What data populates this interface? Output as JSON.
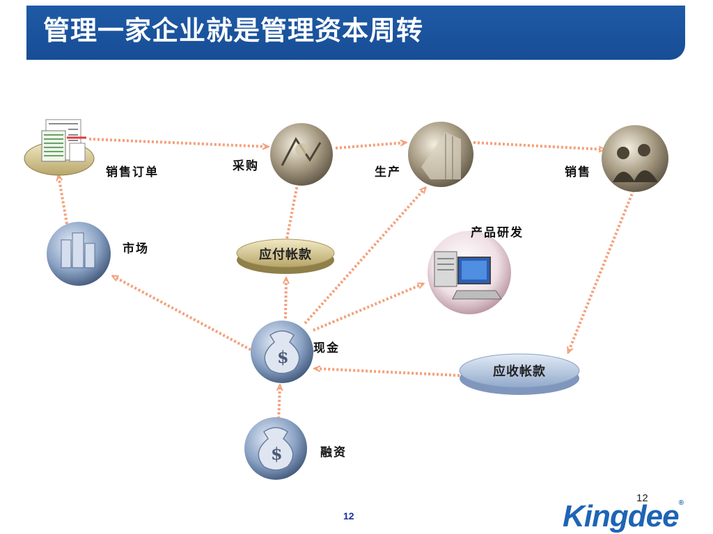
{
  "title": "管理一家企业就是管理资本周转",
  "nodes": {
    "sales_order": "销售订单",
    "purchase": "采购",
    "production": "生产",
    "sales": "销售",
    "market": "市场",
    "accounts_payable": "应付帐款",
    "rnd": "产品研发",
    "cash": "现金",
    "accounts_receivable": "应收帐款",
    "financing": "融资"
  },
  "footer": {
    "page_number_center": "12",
    "page_number_right": "12",
    "logo_text": "Kingdee"
  },
  "colors": {
    "title_bar": "#1f5aa6",
    "arrow": "#f4a07a",
    "pill_gold": "#d8cc98",
    "pill_blue": "#b9cde6",
    "logo": "#1f64b5"
  },
  "icons": {
    "sales_order": "spreadsheet-icon",
    "purchase": "purchase-photo-icon",
    "production": "building-photo-icon",
    "sales": "meeting-photo-icon",
    "market": "city-icon",
    "rnd": "computer-icon",
    "cash": "money-bag-icon",
    "financing": "money-bag-icon"
  }
}
